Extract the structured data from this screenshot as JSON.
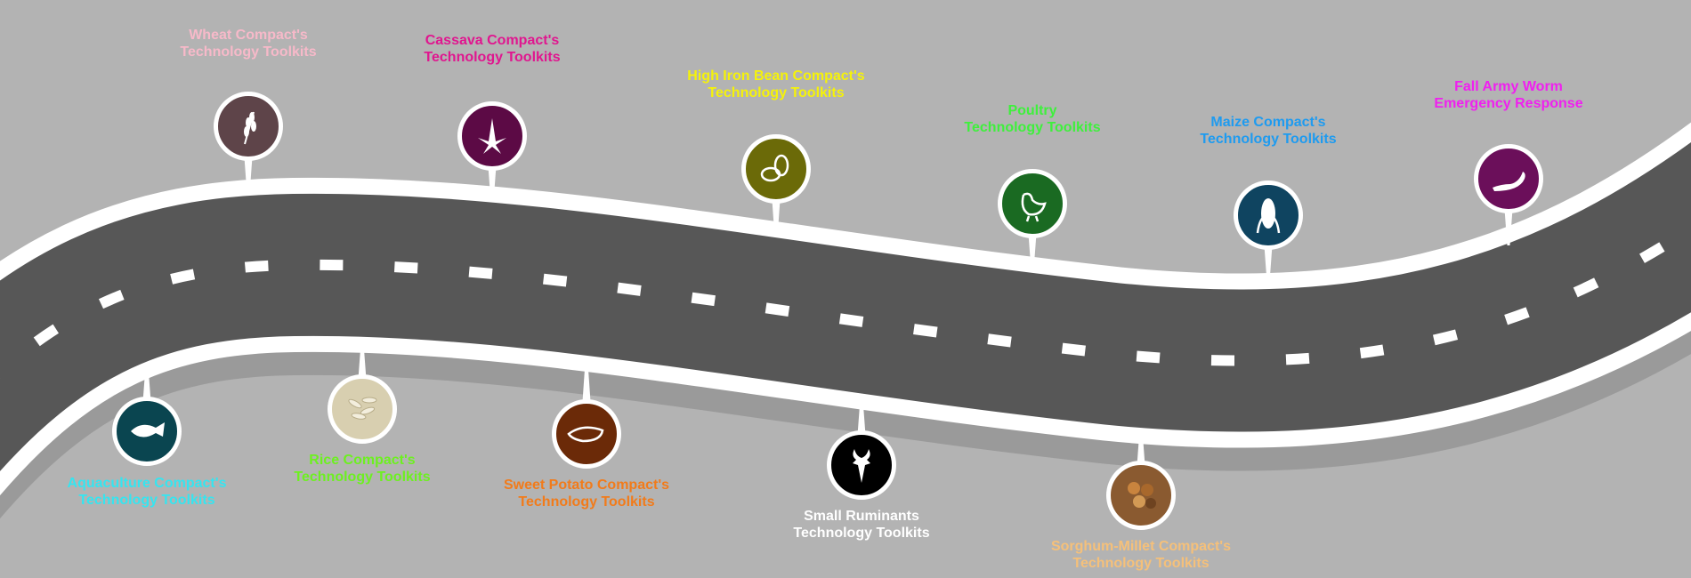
{
  "colors": {
    "background": "#b3b3b3",
    "road": "#575757",
    "road_edge": "#ffffff",
    "road_shadow": "#9a9a9a"
  },
  "markers": [
    {
      "id": "wheat",
      "line1": "Wheat Compact's",
      "line2": "Technology Toolkits",
      "icon": "wheat-icon",
      "label_color": "#f7b9c9",
      "fill": "#5e4449"
    },
    {
      "id": "cassava",
      "line1": "Cassava Compact's",
      "line2": "Technology Toolkits",
      "icon": "cassava-leaf-icon",
      "label_color": "#e0168f",
      "fill": "#5c0a45"
    },
    {
      "id": "high-iron-bean",
      "line1": "High Iron Bean Compact's",
      "line2": "Technology Toolkits",
      "icon": "bean-icon",
      "label_color": "#f5f20a",
      "fill": "#6b6a08"
    },
    {
      "id": "poultry",
      "line1": "Poultry",
      "line2": "Technology Toolkits",
      "icon": "chicken-icon",
      "label_color": "#3ef03c",
      "fill": "#1a6a22"
    },
    {
      "id": "maize",
      "line1": "Maize Compact's",
      "line2": "Technology Toolkits",
      "icon": "corn-icon",
      "label_color": "#1e9bf0",
      "fill": "#0f4460"
    },
    {
      "id": "fall-army-worm",
      "line1": "Fall Army Worm",
      "line2": "Emergency Response",
      "icon": "caterpillar-icon",
      "label_color": "#f020f0",
      "fill": "#6b0f5a"
    },
    {
      "id": "aquaculture",
      "line1": "Aquaculture Compact's",
      "line2": "Technology Toolkits",
      "icon": "fish-icon",
      "label_color": "#35e5f0",
      "fill": "#0a4550"
    },
    {
      "id": "rice",
      "line1": "Rice Compact's",
      "line2": "Technology Toolkits",
      "icon": "rice-grains-icon",
      "label_color": "#6df020",
      "fill": "#d8cfb0"
    },
    {
      "id": "sweet-potato",
      "line1": "Sweet Potato Compact's",
      "line2": "Technology Toolkits",
      "icon": "sweet-potato-icon",
      "label_color": "#f27b1a",
      "fill": "#6b2a08"
    },
    {
      "id": "small-ruminants",
      "line1": "Small Ruminants",
      "line2": "Technology Toolkits",
      "icon": "goat-icon",
      "label_color": "#ffffff",
      "fill": "#000000"
    },
    {
      "id": "sorghum-millet",
      "line1": "Sorghum-Millet Compact's",
      "line2": "Technology Toolkits",
      "icon": "sorghum-grains-icon",
      "label_color": "#f5c07a",
      "fill": "#8a5a30"
    }
  ]
}
